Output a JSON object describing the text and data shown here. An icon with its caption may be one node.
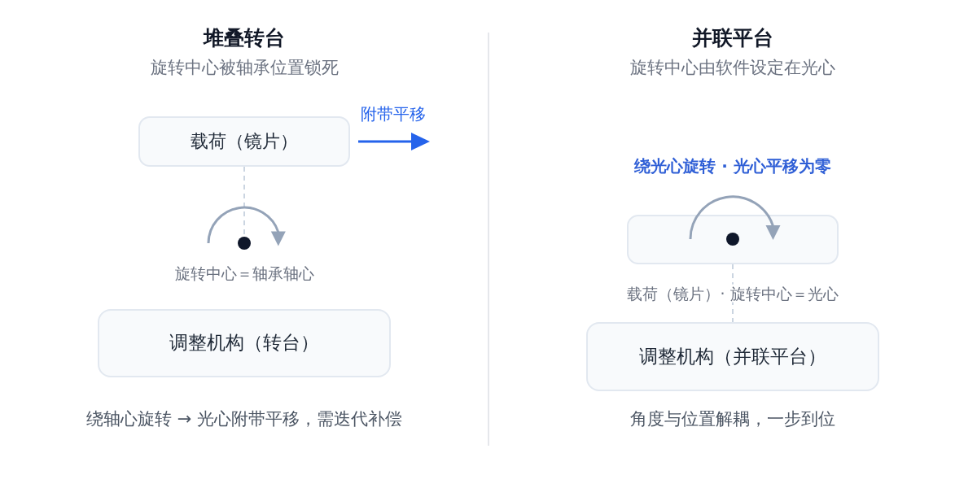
{
  "diagram": {
    "nodes": [
      {
        "text": [
          "载荷（镜片）"
        ]
      },
      {
        "text": [],
        "shape": "circle",
        "beside": [
          "旋转中心＝轴承轴心"
        ]
      },
      {
        "text": [
          "调整机构（转台）"
        ]
      },
      {
        "text": [],
        "shape": "box"
      },
      {
        "text": [],
        "shape": "circle",
        "in": 3
      },
      {
        "text": [
          "调整机构（并联平台）"
        ]
      }
    ],
    "edges": [
      {
        "from": 0,
        "to": 1,
        "arrow": "none",
        "style": "dashed"
      },
      {
        "from": 3,
        "to": 5,
        "arrow": "none",
        "style": "dashed",
        "label": "载荷（镜片）· 旋转中心＝光心"
      }
    ],
    "labels": [
      "堆叠转台",
      "旋转中心被轴承位置锁死",
      "附带平移",
      "绕轴心旋转 → 光心附带平移，需迭代补偿",
      "并联平台",
      "旋转中心由软件设定在光心",
      "绕光心旋转 · 光心平移为零",
      "角度与位置解耦，一步到位"
    ]
  }
}
